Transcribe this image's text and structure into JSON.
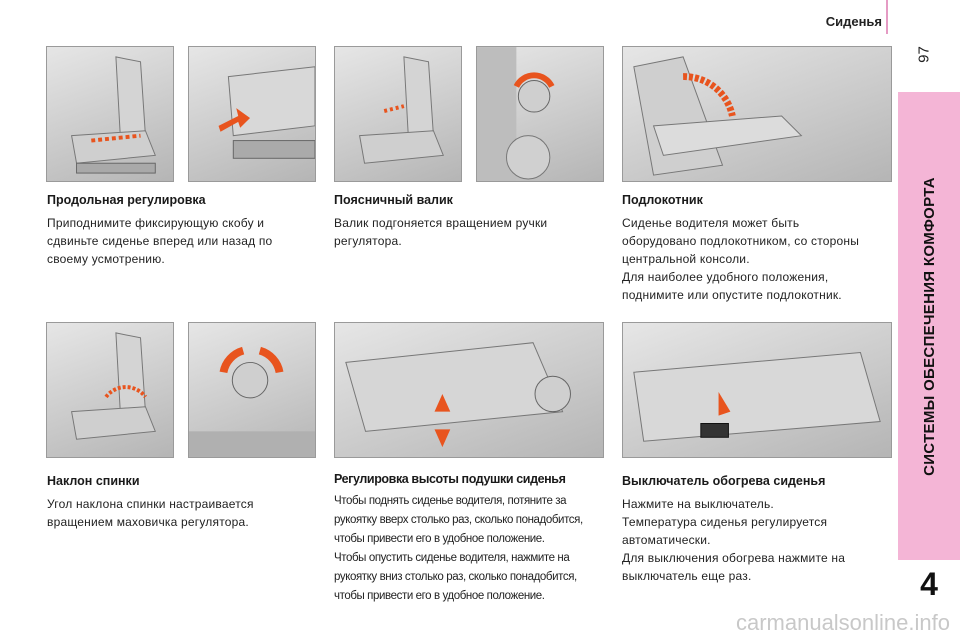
{
  "header": {
    "title": "Сиденья",
    "page_number": "97"
  },
  "side_tab": {
    "chapter_title": "СИСТЕМЫ ОБЕСПЕЧЕНИЯ КОМФОРТА",
    "chapter_number": "4"
  },
  "sections": [
    {
      "heading": "Продольная регулировка",
      "text": "Приподнимите фиксирующую скобу и\nсдвиньте сиденье вперед или назад по\nсвоему усмотрению."
    },
    {
      "heading": "Поясничный валик",
      "text": "Валик подгоняется вращением ручки\nрегулятора."
    },
    {
      "heading": "Подлокотник",
      "text": "Сиденье водителя может быть\nоборудовано подлокотником, со стороны\nцентральной консоли.\nДля наиболее удобного положения,\nподнимите или опустите подлокотник."
    },
    {
      "heading": "Наклон спинки",
      "text": "Угол наклона спинки настраивается\nвращением маховичка регулятора."
    },
    {
      "heading": "Регулировка высоты подушки сиденья",
      "text": "Чтобы поднять сиденье водителя, потяните за\nрукоятку вверх столько раз, сколько понадобится,\nчтобы привести его в удобное положение.\nЧтобы опустить сиденье водителя, нажмите на\nрукоятку вниз столько раз, сколько понадобится,\nчтобы привести его в удобное положение."
    },
    {
      "heading": "Выключатель обогрева сиденья",
      "text": "Нажмите на выключатель.\nТемпература сиденья регулируется\nавтоматически.\nДля выключения обогрева нажмите на\nвыключатель еще раз."
    }
  ],
  "watermark": "carmanualsonline.info",
  "colors": {
    "tab": "#f4b5d6",
    "arrow": "#e8541e"
  }
}
